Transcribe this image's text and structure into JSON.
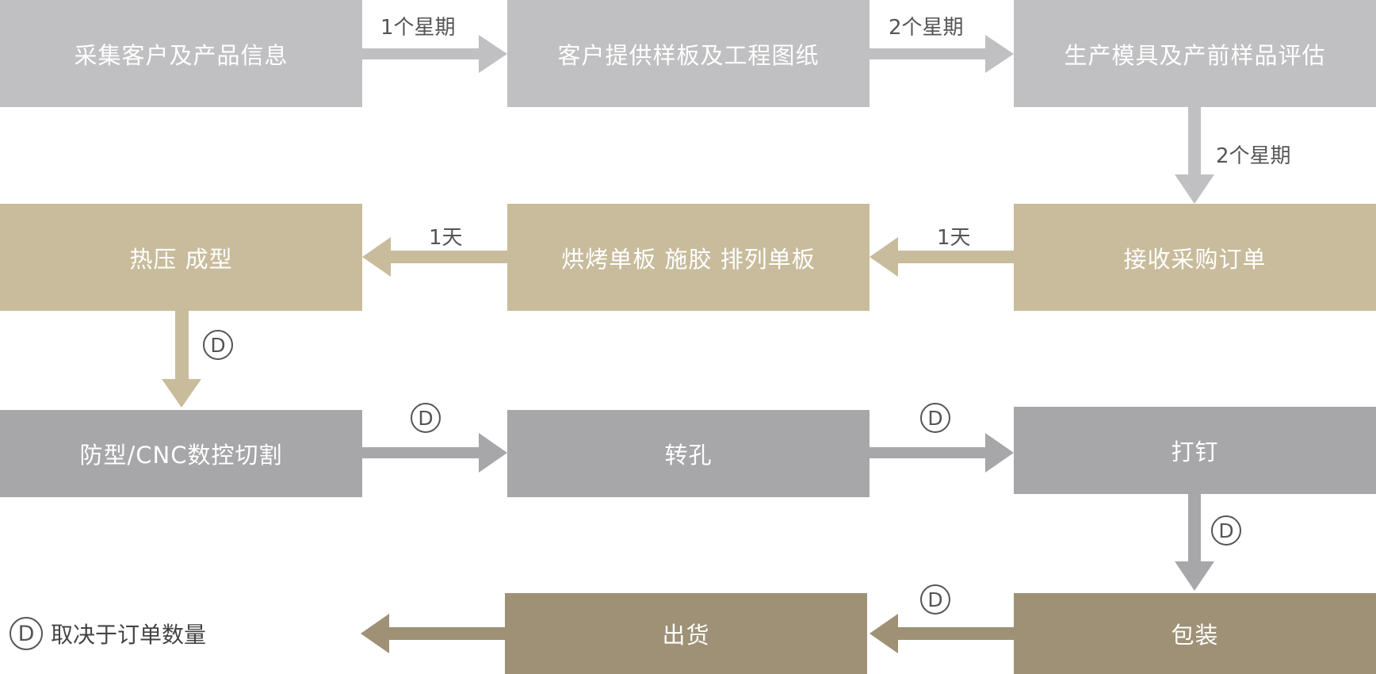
{
  "steps": {
    "s1": "采集客户及产品信息",
    "s2": "客户提供样板及工程图纸",
    "s3": "生产模具及产前样品评估",
    "s4": "接收采购订单",
    "s5": "烘烤单板 施胶 排列单板",
    "s6": "热压 成型",
    "s7": "防型/CNC数控切割",
    "s8": "转孔",
    "s9": "打钉",
    "s10": "包装",
    "s11": "出货"
  },
  "durations": {
    "d1_2": "1个星期",
    "d2_3": "2个星期",
    "d3_4": "2个星期",
    "d4_5": "1天",
    "d5_6": "1天"
  },
  "marker": "D",
  "legend": {
    "symbol": "D",
    "text": "取决于订单数量"
  },
  "colors": {
    "light_grey": "#c0c0c2",
    "beige": "#c8bc9c",
    "mid_grey": "#a7a7a9",
    "khaki": "#9e9176",
    "label": "#555555"
  }
}
